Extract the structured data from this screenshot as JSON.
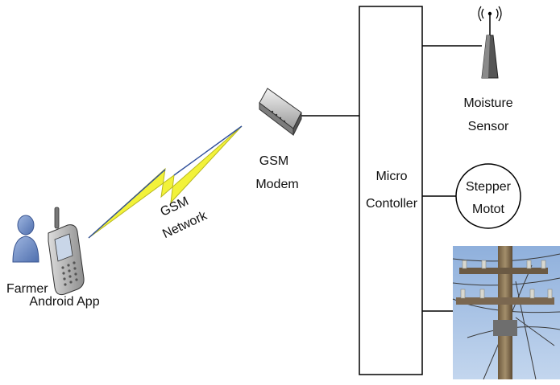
{
  "labels": {
    "farmer": "Farmer",
    "android_app": "Android App",
    "gsm_network_line1": "GSM",
    "gsm_network_line2": "Network",
    "gsm_modem_line1": "GSM",
    "gsm_modem_line2": "Modem",
    "microcontroller_line1": "Micro",
    "microcontroller_line2": "Contoller",
    "moisture_sensor_line1": "Moisture",
    "moisture_sensor_line2": "Sensor",
    "stepper_motor_line1": "Stepper",
    "stepper_motor_line2": "Motot"
  },
  "icons": {
    "farmer": "person-icon",
    "phone": "mobile-phone-icon",
    "network": "lightning-bolt-icon",
    "modem": "modem-icon",
    "sensor": "antenna-icon",
    "power": "power-pole-photo"
  },
  "colors": {
    "person_blue": "#6f8fc8",
    "bolt_yellow": "#f2f23a",
    "sky_blue": "#a9c3e6",
    "line_black": "#000000"
  }
}
